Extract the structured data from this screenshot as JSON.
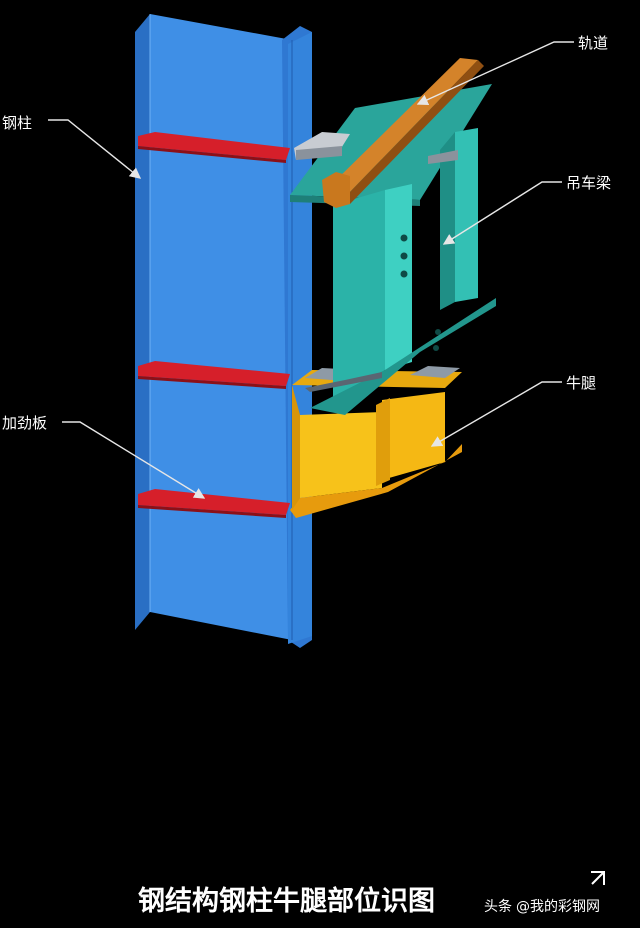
{
  "labels": {
    "column": "钢柱",
    "rail": "轨道",
    "crane_beam": "吊车梁",
    "stiffener": "加劲板",
    "corbel": "牛腿"
  },
  "caption": "钢结构钢柱牛腿部位识图",
  "watermark": {
    "platform": "头条",
    "account": "@我的彩钢网"
  },
  "colors": {
    "background": "#000000",
    "column": "#3a86e0",
    "stiffener": "#d61f2a",
    "crane_beam": "#2bb3a8",
    "rail": "#c9781e",
    "corbel": "#f7c21a"
  }
}
